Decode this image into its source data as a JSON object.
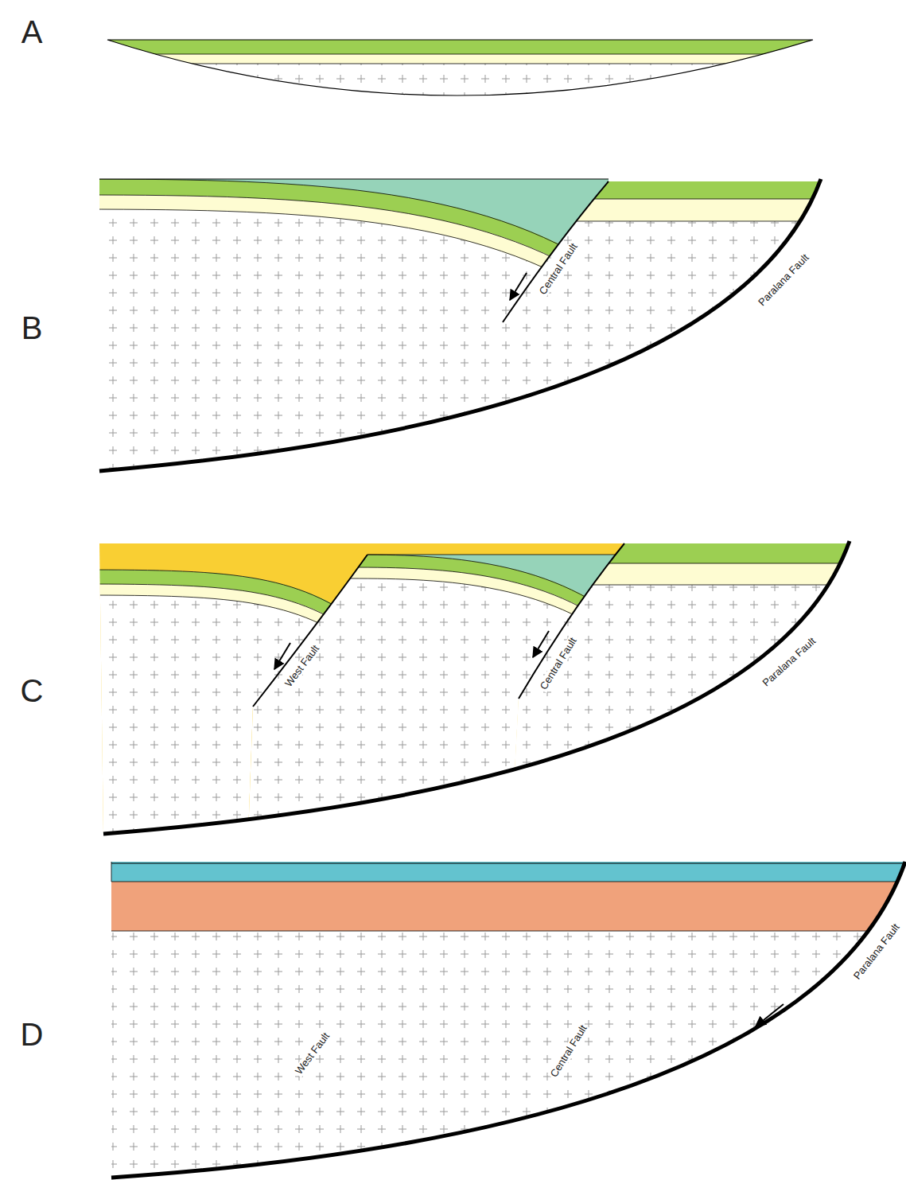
{
  "diagram": {
    "labels": [
      "A",
      "B",
      "Central Fault",
      "Paralana Fault",
      "C",
      "West Fault",
      "Central Fault",
      "Paralana Fault",
      "D",
      "West Fault",
      "Central Fault",
      "Paralana Fault"
    ]
  }
}
